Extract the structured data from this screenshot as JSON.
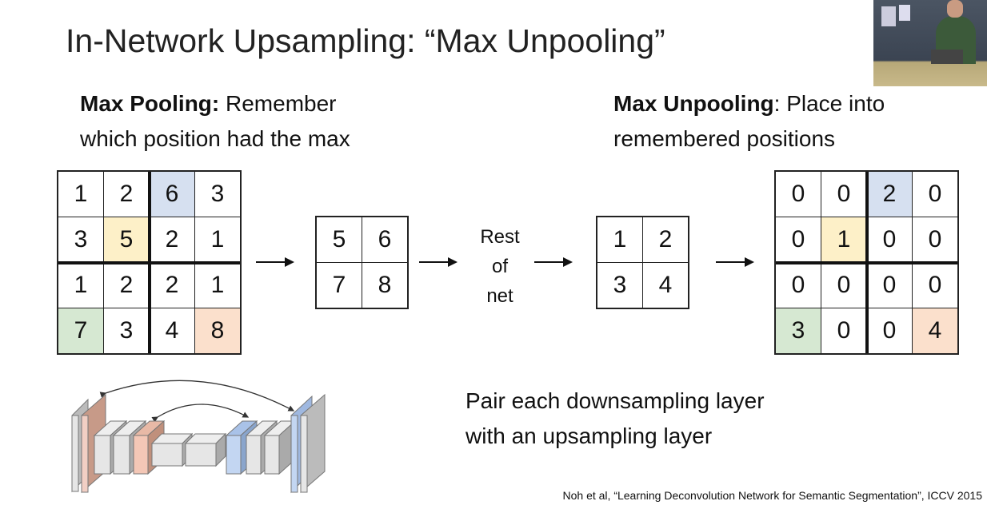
{
  "title": "In-Network Upsampling: “Max Unpooling”",
  "left_caption": {
    "bold": "Max Pooling:",
    "text1": " Remember",
    "line2": "which position had the max"
  },
  "right_caption": {
    "bold": "Max Unpooling",
    "text1": ": Place into",
    "line2": "remembered positions"
  },
  "input_grid": [
    [
      "1",
      "2",
      "6",
      "3"
    ],
    [
      "3",
      "5",
      "2",
      "1"
    ],
    [
      "1",
      "2",
      "2",
      "1"
    ],
    [
      "7",
      "3",
      "4",
      "8"
    ]
  ],
  "pooled_grid": [
    [
      "5",
      "6"
    ],
    [
      "7",
      "8"
    ]
  ],
  "rest_of_net": [
    "Rest",
    "of",
    "net"
  ],
  "small_grid": [
    [
      "1",
      "2"
    ],
    [
      "3",
      "4"
    ]
  ],
  "unpooled_grid": [
    [
      "0",
      "0",
      "2",
      "0"
    ],
    [
      "0",
      "1",
      "0",
      "0"
    ],
    [
      "0",
      "0",
      "0",
      "0"
    ],
    [
      "3",
      "0",
      "0",
      "4"
    ]
  ],
  "highlights": {
    "0,2": "#d6e0f0",
    "1,1": "#fdf0c8",
    "3,0": "#d6e8d2",
    "3,3": "#fbe0cc"
  },
  "pair_text": [
    "Pair each downsampling layer",
    "with an upsampling layer"
  ],
  "citation": "Noh et al, “Learning Deconvolution Network for Semantic Segmentation”, ICCV 2015"
}
